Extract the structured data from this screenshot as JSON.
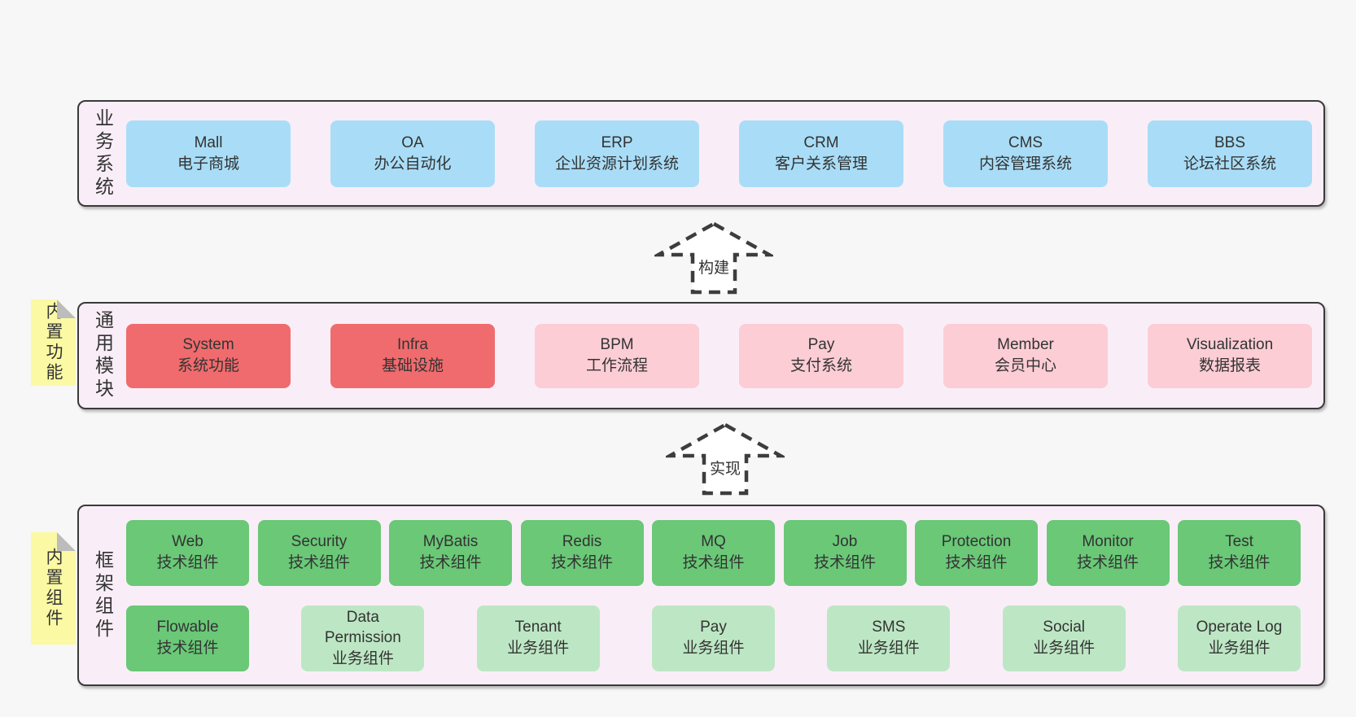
{
  "layers": [
    {
      "label": "业务系统",
      "boxes": [
        {
          "name": "Mall",
          "desc": "电子商城",
          "type": "blue"
        },
        {
          "name": "OA",
          "desc": "办公自动化",
          "type": "blue"
        },
        {
          "name": "ERP",
          "desc": "企业资源计划系统",
          "type": "blue"
        },
        {
          "name": "CRM",
          "desc": "客户关系管理",
          "type": "blue"
        },
        {
          "name": "CMS",
          "desc": "内容管理系统",
          "type": "blue"
        },
        {
          "name": "BBS",
          "desc": "论坛社区系统",
          "type": "blue"
        }
      ]
    },
    {
      "label": "通用模块",
      "tag": "内置功能",
      "boxes": [
        {
          "name": "System",
          "desc": "系统功能",
          "type": "red"
        },
        {
          "name": "Infra",
          "desc": "基础设施",
          "type": "red"
        },
        {
          "name": "BPM",
          "desc": "工作流程",
          "type": "pink"
        },
        {
          "name": "Pay",
          "desc": "支付系统",
          "type": "pink"
        },
        {
          "name": "Member",
          "desc": "会员中心",
          "type": "pink"
        },
        {
          "name": "Visualization",
          "desc": "数据报表",
          "type": "pink"
        }
      ]
    },
    {
      "label": "框架组件",
      "tag": "内置组件",
      "boxes": [
        {
          "name": "Web",
          "desc": "技术组件",
          "type": "green"
        },
        {
          "name": "Security",
          "desc": "技术组件",
          "type": "green"
        },
        {
          "name": "MyBatis",
          "desc": "技术组件",
          "type": "green"
        },
        {
          "name": "Redis",
          "desc": "技术组件",
          "type": "green"
        },
        {
          "name": "MQ",
          "desc": "技术组件",
          "type": "green"
        },
        {
          "name": "Job",
          "desc": "技术组件",
          "type": "green"
        },
        {
          "name": "Protection",
          "desc": "技术组件",
          "type": "green"
        },
        {
          "name": "Monitor",
          "desc": "技术组件",
          "type": "green"
        },
        {
          "name": "Test",
          "desc": "技术组件",
          "type": "green"
        },
        {
          "name": "Flowable",
          "desc": "技术组件",
          "type": "green"
        },
        {
          "name": "Data Permission",
          "desc": "业务组件",
          "type": "green_light"
        },
        {
          "name": "Tenant",
          "desc": "业务组件",
          "type": "green_light"
        },
        {
          "name": "Pay",
          "desc": "业务组件",
          "type": "green_light"
        },
        {
          "name": "SMS",
          "desc": "业务组件",
          "type": "green_light"
        },
        {
          "name": "Social",
          "desc": "业务组件",
          "type": "green_light"
        },
        {
          "name": "Operate Log",
          "desc": "业务组件",
          "type": "green_light"
        }
      ]
    }
  ],
  "arrows": [
    {
      "label": "构建"
    },
    {
      "label": "实现"
    }
  ],
  "colors": {
    "page_bg": "#f7f7f7",
    "panel_bg": "#f9eef7",
    "panel_border": "#3a3a3a",
    "blue": "#a9ddf7",
    "red": "#f06b6d",
    "pink": "#fccdd5",
    "green": "#6ac877",
    "green_light": "#bde7c4",
    "tab_yellow": "#fbf9a4",
    "fold_gray": "#bcbcbc",
    "text": "#333333",
    "arrow": "#3d3d3d"
  }
}
